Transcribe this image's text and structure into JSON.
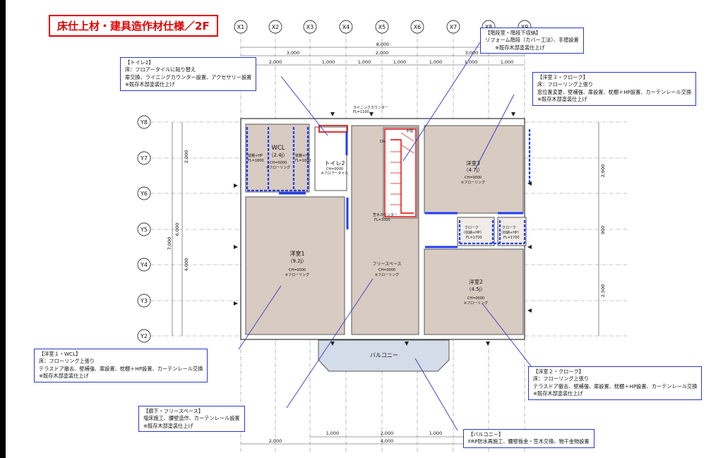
{
  "title": "床仕上材・建具造作材仕様／2F",
  "grid_x": [
    "X1",
    "X2",
    "X3",
    "X4",
    "X5",
    "X6",
    "X7",
    "X8",
    "X9"
  ],
  "grid_y": [
    "Y8",
    "Y7",
    "Y6",
    "Y5",
    "Y4",
    "Y3",
    "Y2"
  ],
  "dims": {
    "top_total": "8,000",
    "top_mid": [
      "3,000",
      "2,000",
      "3,000"
    ],
    "top_fine": [
      "2,000",
      "1,000",
      "1,000",
      "1,000",
      "1,000",
      "1,000",
      "1,000"
    ],
    "left_total": "7,000",
    "left_mid": [
      "6,000"
    ],
    "left_fine": [
      "2,000",
      "4,000"
    ],
    "right_fine": [
      "2,600",
      "900",
      "2,500"
    ],
    "bottom_fine": [
      "1,000",
      "2,000",
      "1,000"
    ],
    "bottom_mid": [
      "2,000",
      "4,000"
    ]
  },
  "rooms": {
    "wcl": {
      "name": "WCL",
      "size": "（2.4j）",
      "ch": "CH=0000",
      "floor": "※フローリング"
    },
    "toilet2": {
      "name": "トイレ2",
      "ch": "CH=0000",
      "floor": "※フロアータイル"
    },
    "yoshitsu1": {
      "name": "洋室1",
      "size": "（9.2j）",
      "ch": "CH=0000",
      "floor": "※フローリング"
    },
    "yoshitsu2": {
      "name": "洋室2",
      "size": "（4.5j）",
      "ch": "CH=0000",
      "floor": "※フローリング"
    },
    "yoshitsu3": {
      "name": "洋室3",
      "size": "（4.7j）",
      "ch": "CH=0000",
      "floor": "※フローリング"
    },
    "free": {
      "name": "フリースペース",
      "ch": "CH=0000",
      "floor": "※フローリング"
    },
    "balcony": {
      "name": "バルコニー"
    },
    "kasa": {
      "label": "笠木カウンター",
      "fl": "FL=1000"
    },
    "lining": {
      "label": "ライニングカウンター",
      "fl": "FL=1100"
    },
    "dn": "DN",
    "up": "手摺",
    "closet_a": {
      "label": "クローク",
      "sub": "（収納+HP）",
      "fl": "FL=1700"
    },
    "closet_b": {
      "label": "クローク",
      "sub": "（収納+HP）",
      "fl": "FL=1700"
    },
    "wcl_shelf_a": {
      "label": "枕棚+HP",
      "fl": "FL=1800"
    },
    "wcl_shelf_b": {
      "label": "枕棚+HP",
      "fl": "FL=1800"
    }
  },
  "notes": {
    "toilet2": {
      "head": "【トイレ2】",
      "lines": [
        "床：フロアータイルに貼り替え",
        "扉交換、ライニングカウンター設置、アクセサリー設置",
        "※既存木部塗装仕上げ"
      ]
    },
    "stairs": {
      "head": "【階段室・階段下収納】",
      "lines": [
        "リフォーム階段（カバー工法）、手摺設置",
        "※既存木部塗装仕上げ"
      ]
    },
    "room3": {
      "head": "【洋室３・クローク】",
      "lines": [
        "床：フローリング上張り",
        "窓位置変更、壁補強、扉設置、枕棚＋HP設置、カーテンレール交換",
        "※既存木部塗装仕上げ"
      ]
    },
    "room1": {
      "head": "【洋室１・WCL】",
      "lines": [
        "床：フローリング上張り",
        "テラスドア撤去、壁補強、扉設置、枕棚＋HP設置、カーテンレール交換",
        "※既存木部塗装仕上げ"
      ]
    },
    "hall": {
      "head": "【廊下・フリースペース】",
      "lines": [
        "増床施工、腰壁造作、カーテンレール設置",
        "※既存木部塗装仕上げ"
      ]
    },
    "room2": {
      "head": "【洋室２・クローク】",
      "lines": [
        "床：フローリング上張り",
        "テラスドア撤去、壁補強、扉設置、枕棚＋HP設置、カーテンレール交換",
        "※既存木部塗装仕上げ"
      ]
    },
    "balcony": {
      "head": "【バルコニー】",
      "lines": [
        "FRP防水再施工、腰壁板金・笠木交換、物干金物設置"
      ]
    }
  },
  "colors": {
    "accent_red": "#e00000",
    "note_blue": "#2a38c8",
    "room_fill": "#d8cbc1",
    "balcony_fill": "#d3dce8",
    "wall_blue": "#1f3cff"
  }
}
